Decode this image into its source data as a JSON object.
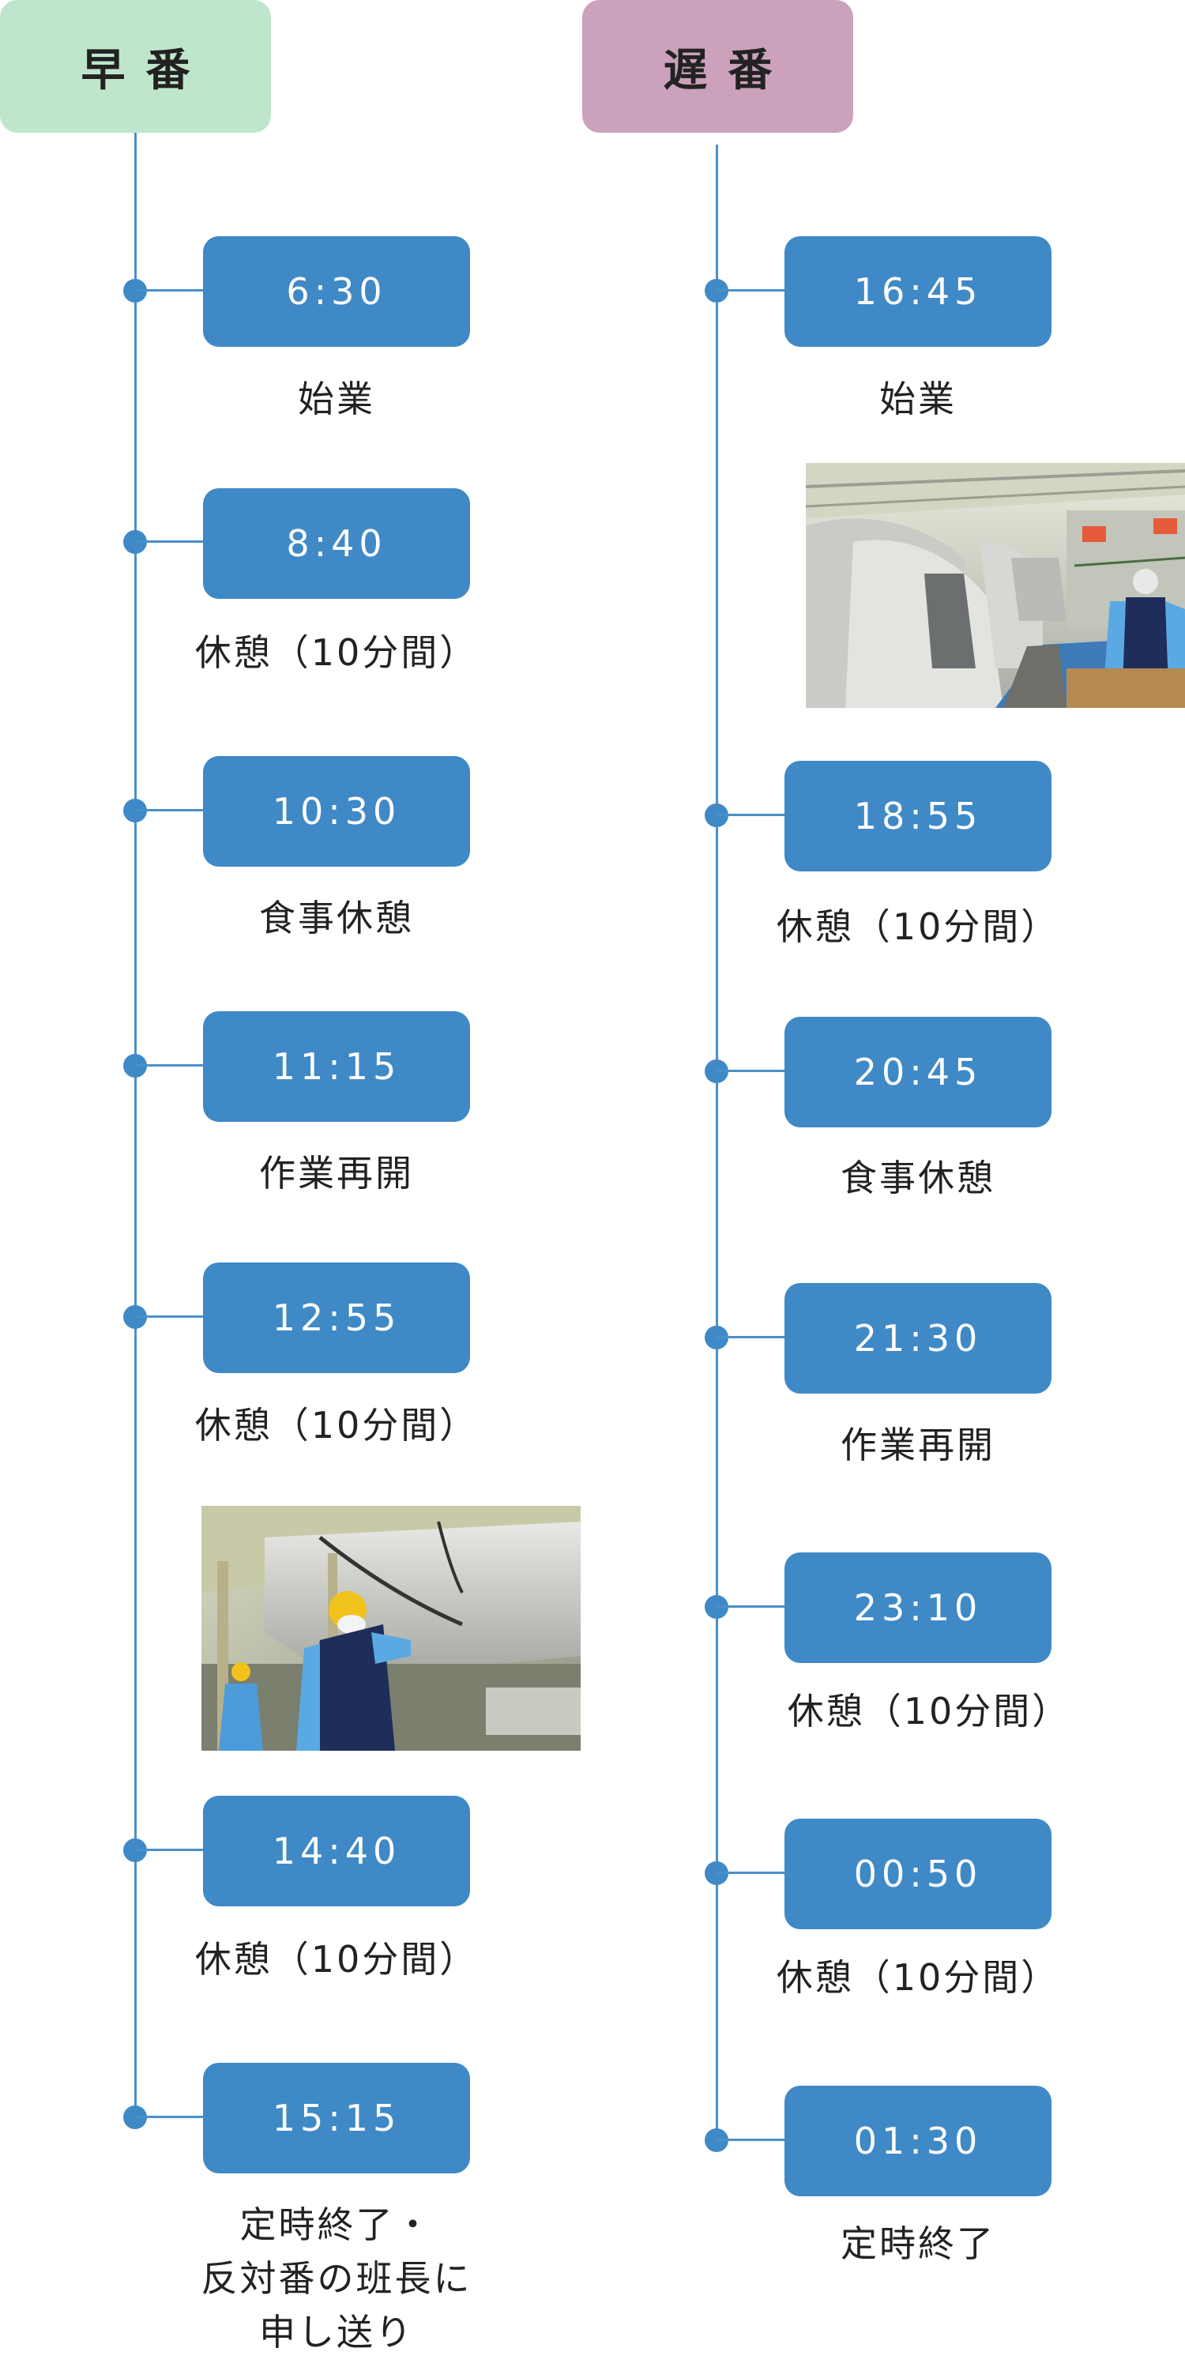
{
  "headers": {
    "early": "早番",
    "late": "遅番"
  },
  "early": [
    {
      "time": "6:30",
      "label": "始業"
    },
    {
      "time": "8:40",
      "label": "休憩（10分間）"
    },
    {
      "time": "10:30",
      "label": "食事休憩"
    },
    {
      "time": "11:15",
      "label": "作業再開"
    },
    {
      "time": "12:55",
      "label": "休憩（10分間）"
    },
    {
      "time": "14:40",
      "label": "休憩（10分間）"
    },
    {
      "time": "15:15",
      "label_lines": [
        "定時終了・",
        "反対番の班長に",
        "申し送り"
      ]
    }
  ],
  "late": [
    {
      "time": "16:45",
      "label": "始業"
    },
    {
      "time": "18:55",
      "label": "休憩（10分間）"
    },
    {
      "time": "20:45",
      "label": "食事休憩"
    },
    {
      "time": "21:30",
      "label": "作業再開"
    },
    {
      "time": "23:10",
      "label": "休憩（10分間）"
    },
    {
      "time": "00:50",
      "label": "休憩（10分間）"
    },
    {
      "time": "01:30",
      "label": "定時終了"
    }
  ],
  "colors": {
    "early_header": "#bfe6cc",
    "late_header": "#cba1bb",
    "timeline": "#4a90c9",
    "pill": "#3f89c6"
  }
}
